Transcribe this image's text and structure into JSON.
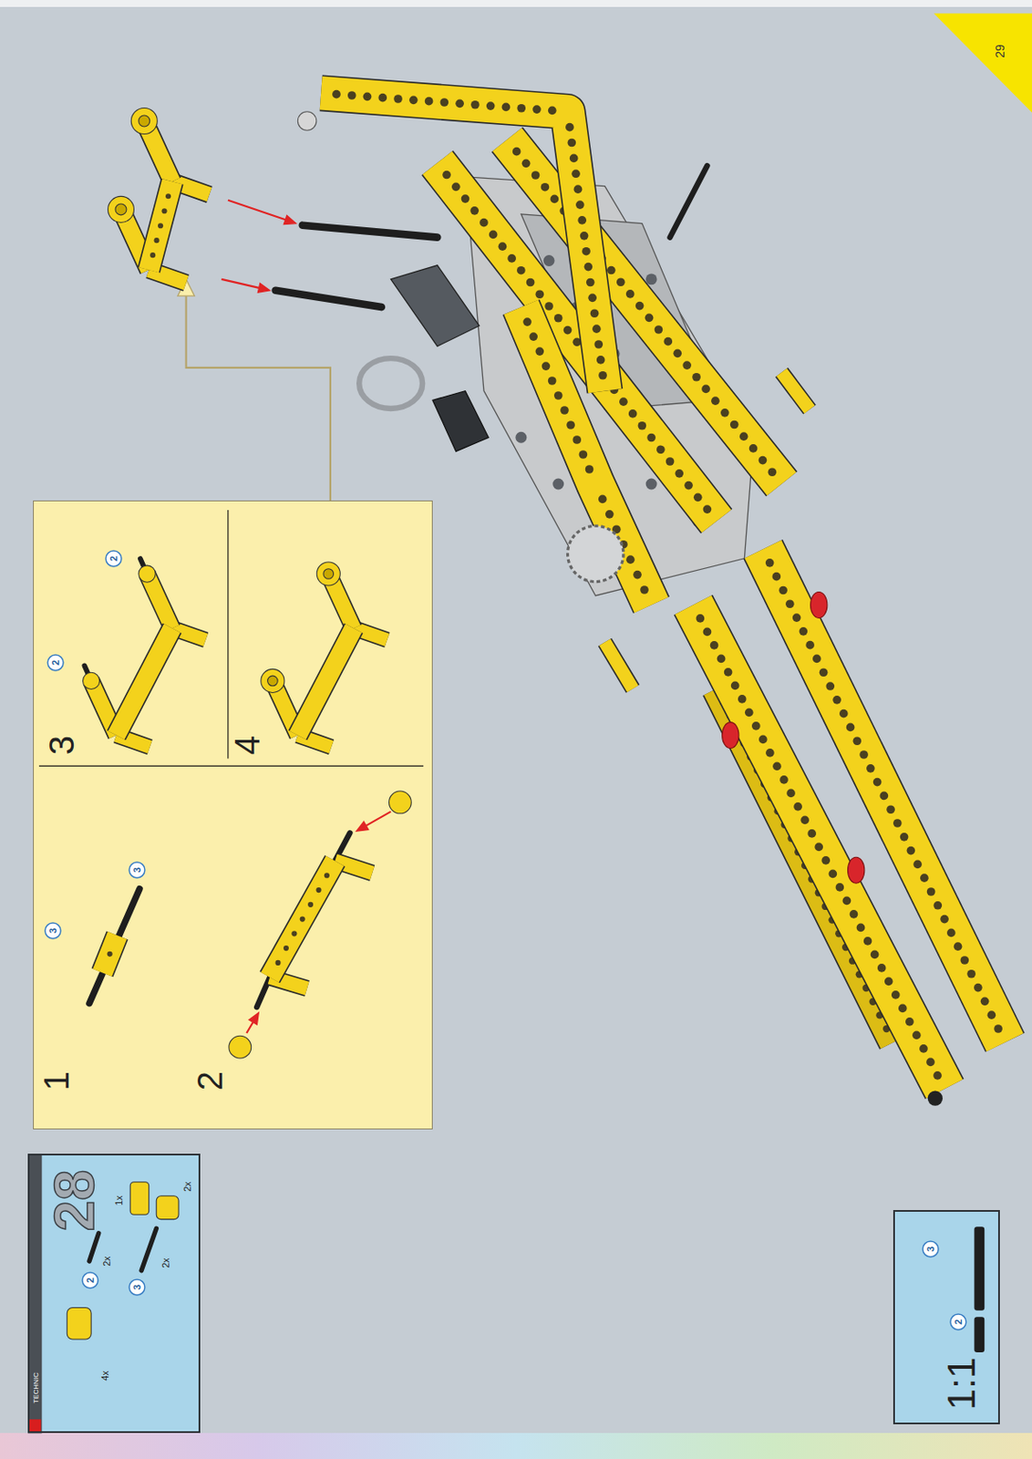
{
  "diagram": {
    "nodes": [
      {
        "text": [
          "28"
        ]
      },
      {
        "text": [
          "1",
          "2",
          "3",
          "4"
        ]
      },
      {
        "text": [
          "1:1"
        ]
      }
    ],
    "labels": [
      "TECHNIC",
      "4x",
      "2",
      "2x",
      "3",
      "2x",
      "1x",
      "2x",
      "3",
      "3",
      "2",
      "2",
      "3",
      "2",
      "29"
    ]
  }
}
